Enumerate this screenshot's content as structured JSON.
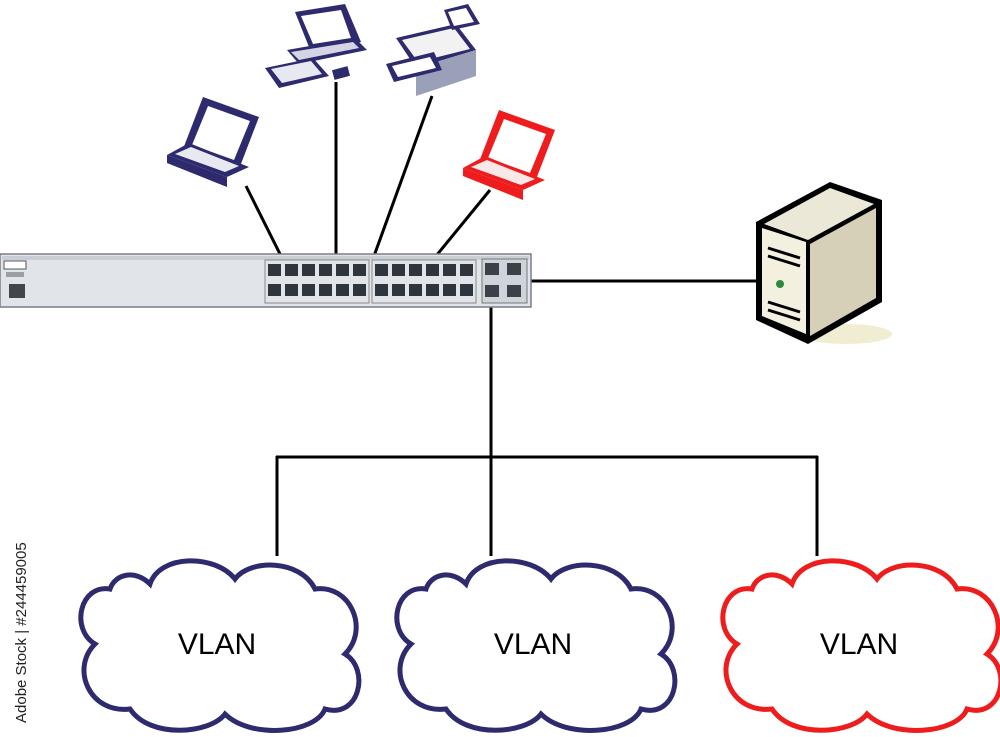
{
  "diagram": {
    "clouds": [
      {
        "id": "vlan-1",
        "label": "VLAN",
        "color": "#2e2a6e"
      },
      {
        "id": "vlan-2",
        "label": "VLAN",
        "color": "#2e2a6e"
      },
      {
        "id": "vlan-3",
        "label": "VLAN",
        "color": "#ee1c1c"
      }
    ],
    "devices": [
      {
        "id": "laptop-1",
        "icon": "laptop-icon",
        "color": "#2e2a6e"
      },
      {
        "id": "desktop",
        "icon": "desktop-computer-icon",
        "color": "#2e2a6e"
      },
      {
        "id": "printer",
        "icon": "printer-icon",
        "color": "#2e2a6e"
      },
      {
        "id": "laptop-2",
        "icon": "laptop-icon",
        "color": "#ee1c1c"
      },
      {
        "id": "server",
        "icon": "server-tower-icon",
        "color": "#e8e2cc"
      },
      {
        "id": "switch",
        "icon": "network-switch-icon",
        "color": "#dfe3e8"
      }
    ],
    "watermark": "Adobe Stock | #244459005"
  }
}
